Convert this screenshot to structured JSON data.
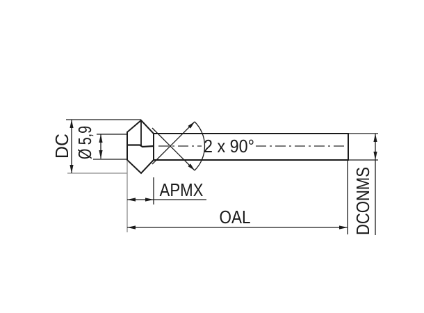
{
  "drawing": {
    "labels": {
      "dc": "DC",
      "pilot_diameter": "Ø 5,9",
      "apmx": "APMX",
      "oal": "OAL",
      "dconms": "DCONMS",
      "angle": "2 x 90°"
    },
    "colors": {
      "background": "#ffffff",
      "tool_fill": "#d6d6d6",
      "outline": "#1a1a1a",
      "dimension_line": "#1a1a1a",
      "auxiliary_line": "#8c8c8c",
      "centerline": "#4d4d4d"
    }
  }
}
